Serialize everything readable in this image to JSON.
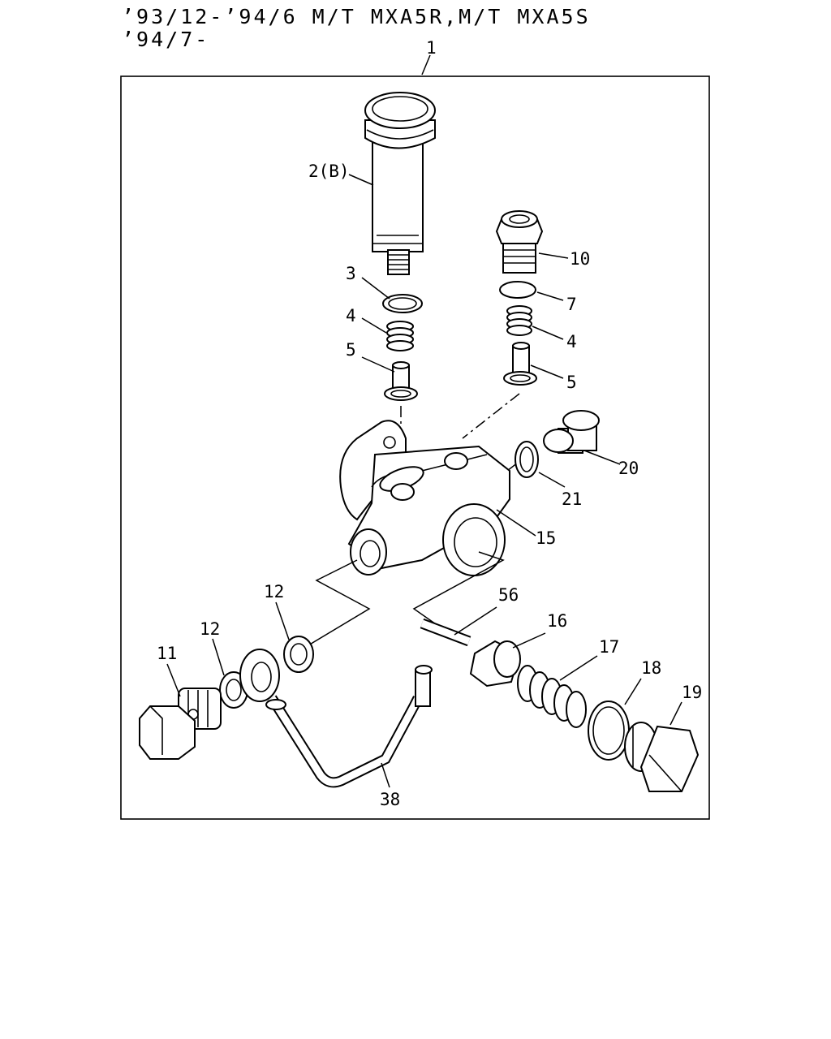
{
  "header": {
    "line1": "’93/12-’94/6 M/T MXA5R,M/T MXA5S",
    "line2": "’94/7-"
  },
  "labels": {
    "assembly": "1",
    "filter": "2(B)",
    "o_ring_top": "3",
    "spring_left": "4",
    "valve_left": "5",
    "fitting": "10",
    "o_ring_right": "7",
    "spring_right": "4",
    "valve_right": "5",
    "plug_small": "20",
    "gasket_plug": "21",
    "body": "15",
    "washer_a": "12",
    "washer_b": "12",
    "eye_bolt": "11",
    "pipe": "38",
    "pin": "56",
    "piston": "16",
    "spring_large": "17",
    "gasket_large": "18",
    "plug_large": "19"
  }
}
